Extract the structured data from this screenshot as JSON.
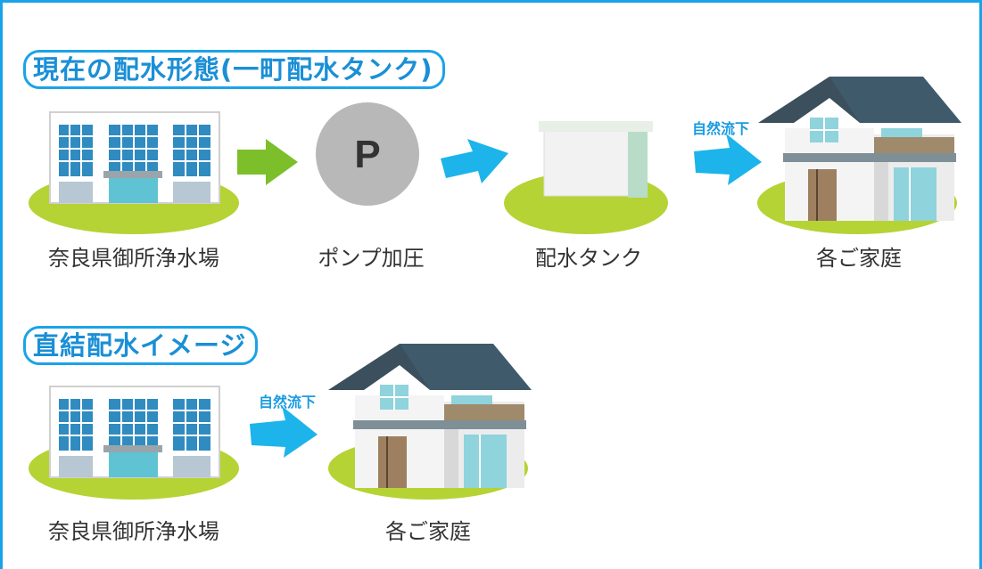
{
  "sections": {
    "current": {
      "title": "現在の配水形態(一町配水タンク)",
      "nodes": {
        "plant": "奈良県御所浄水場",
        "pump": "ポンプ加圧",
        "pump_symbol": "P",
        "tank": "配水タンク",
        "house": "各ご家庭"
      },
      "gravity_label": "自然流下"
    },
    "direct": {
      "title": "直結配水イメージ",
      "nodes": {
        "plant": "奈良県御所浄水場",
        "house": "各ご家庭"
      },
      "gravity_label": "自然流下"
    }
  },
  "colors": {
    "frame": "#1aa3e8",
    "title_text": "#1a8fd6",
    "arrow_green": "#7cbf2a",
    "arrow_blue": "#1cb4ea",
    "grass": "#b5d334",
    "pump": "#b8b8b8"
  }
}
